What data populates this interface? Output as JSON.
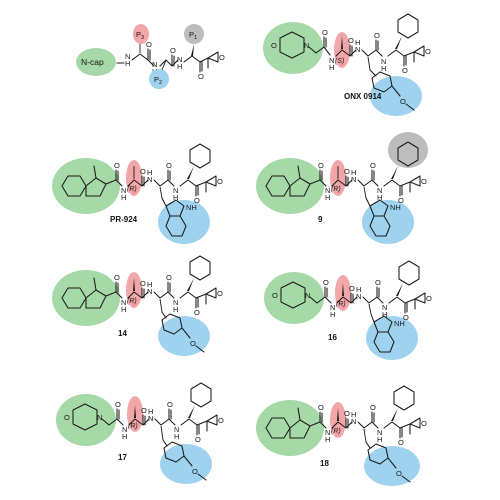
{
  "legend": {
    "n_cap": "N-cap",
    "p3": "P",
    "p3_sub": "3",
    "p2": "P",
    "p2_sub": "2",
    "p1": "P",
    "p1_sub": "1"
  },
  "atoms": {
    "n": "N",
    "h": "H",
    "o": "O",
    "nh": "NH"
  },
  "stereo": {
    "s": "(S)",
    "r": "(R)"
  },
  "compounds": [
    {
      "label": "ONX 0914"
    },
    {
      "label": "PR-924"
    },
    {
      "label": "9"
    },
    {
      "label": "14"
    },
    {
      "label": "16"
    },
    {
      "label": "17"
    },
    {
      "label": "18"
    }
  ],
  "colors": {
    "n_cap": "#a6d9a8",
    "p3": "#f2a6a8",
    "p2": "#9fd2ef",
    "p1": "#bdbdbd"
  }
}
